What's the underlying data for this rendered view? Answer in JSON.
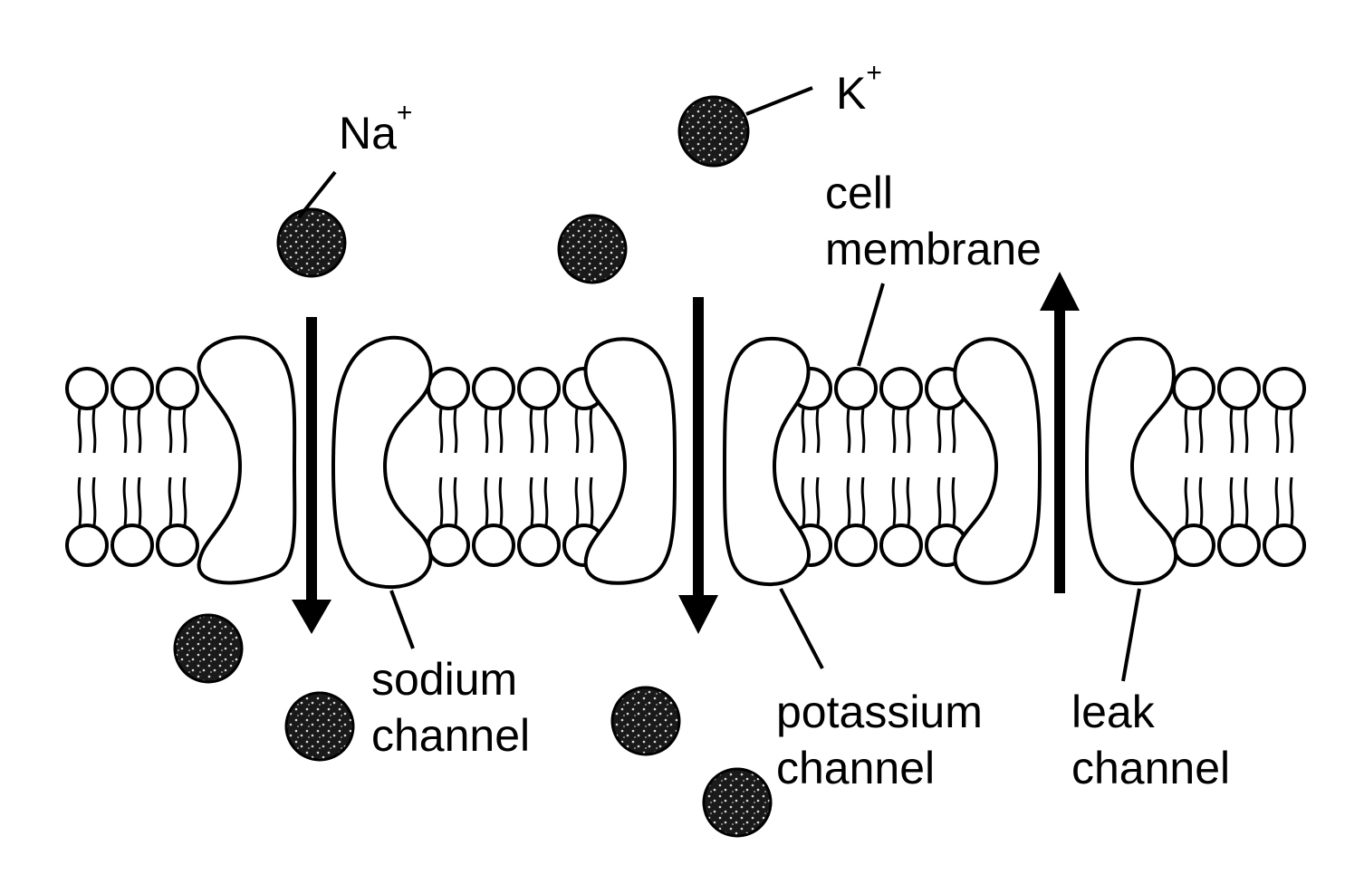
{
  "labels": {
    "sodium_ion": {
      "symbol": "Na",
      "charge": "+"
    },
    "potassium_ion": {
      "symbol": "K",
      "charge": "+"
    },
    "cell_membrane": [
      "cell",
      "membrane"
    ],
    "sodium_channel": [
      "sodium",
      "channel"
    ],
    "potassium_channel": [
      "potassium",
      "channel"
    ],
    "leak_channel": [
      "leak",
      "channel"
    ]
  },
  "colors": {
    "ink": "#000000",
    "ion_fill": "#1a1a1a",
    "ion_speckle": "#d9d9d9",
    "background": "#ffffff"
  },
  "flows": [
    {
      "channel": "sodium channel",
      "direction": "down"
    },
    {
      "channel": "potassium channel",
      "direction": "down"
    },
    {
      "channel": "leak channel",
      "direction": "up"
    }
  ]
}
